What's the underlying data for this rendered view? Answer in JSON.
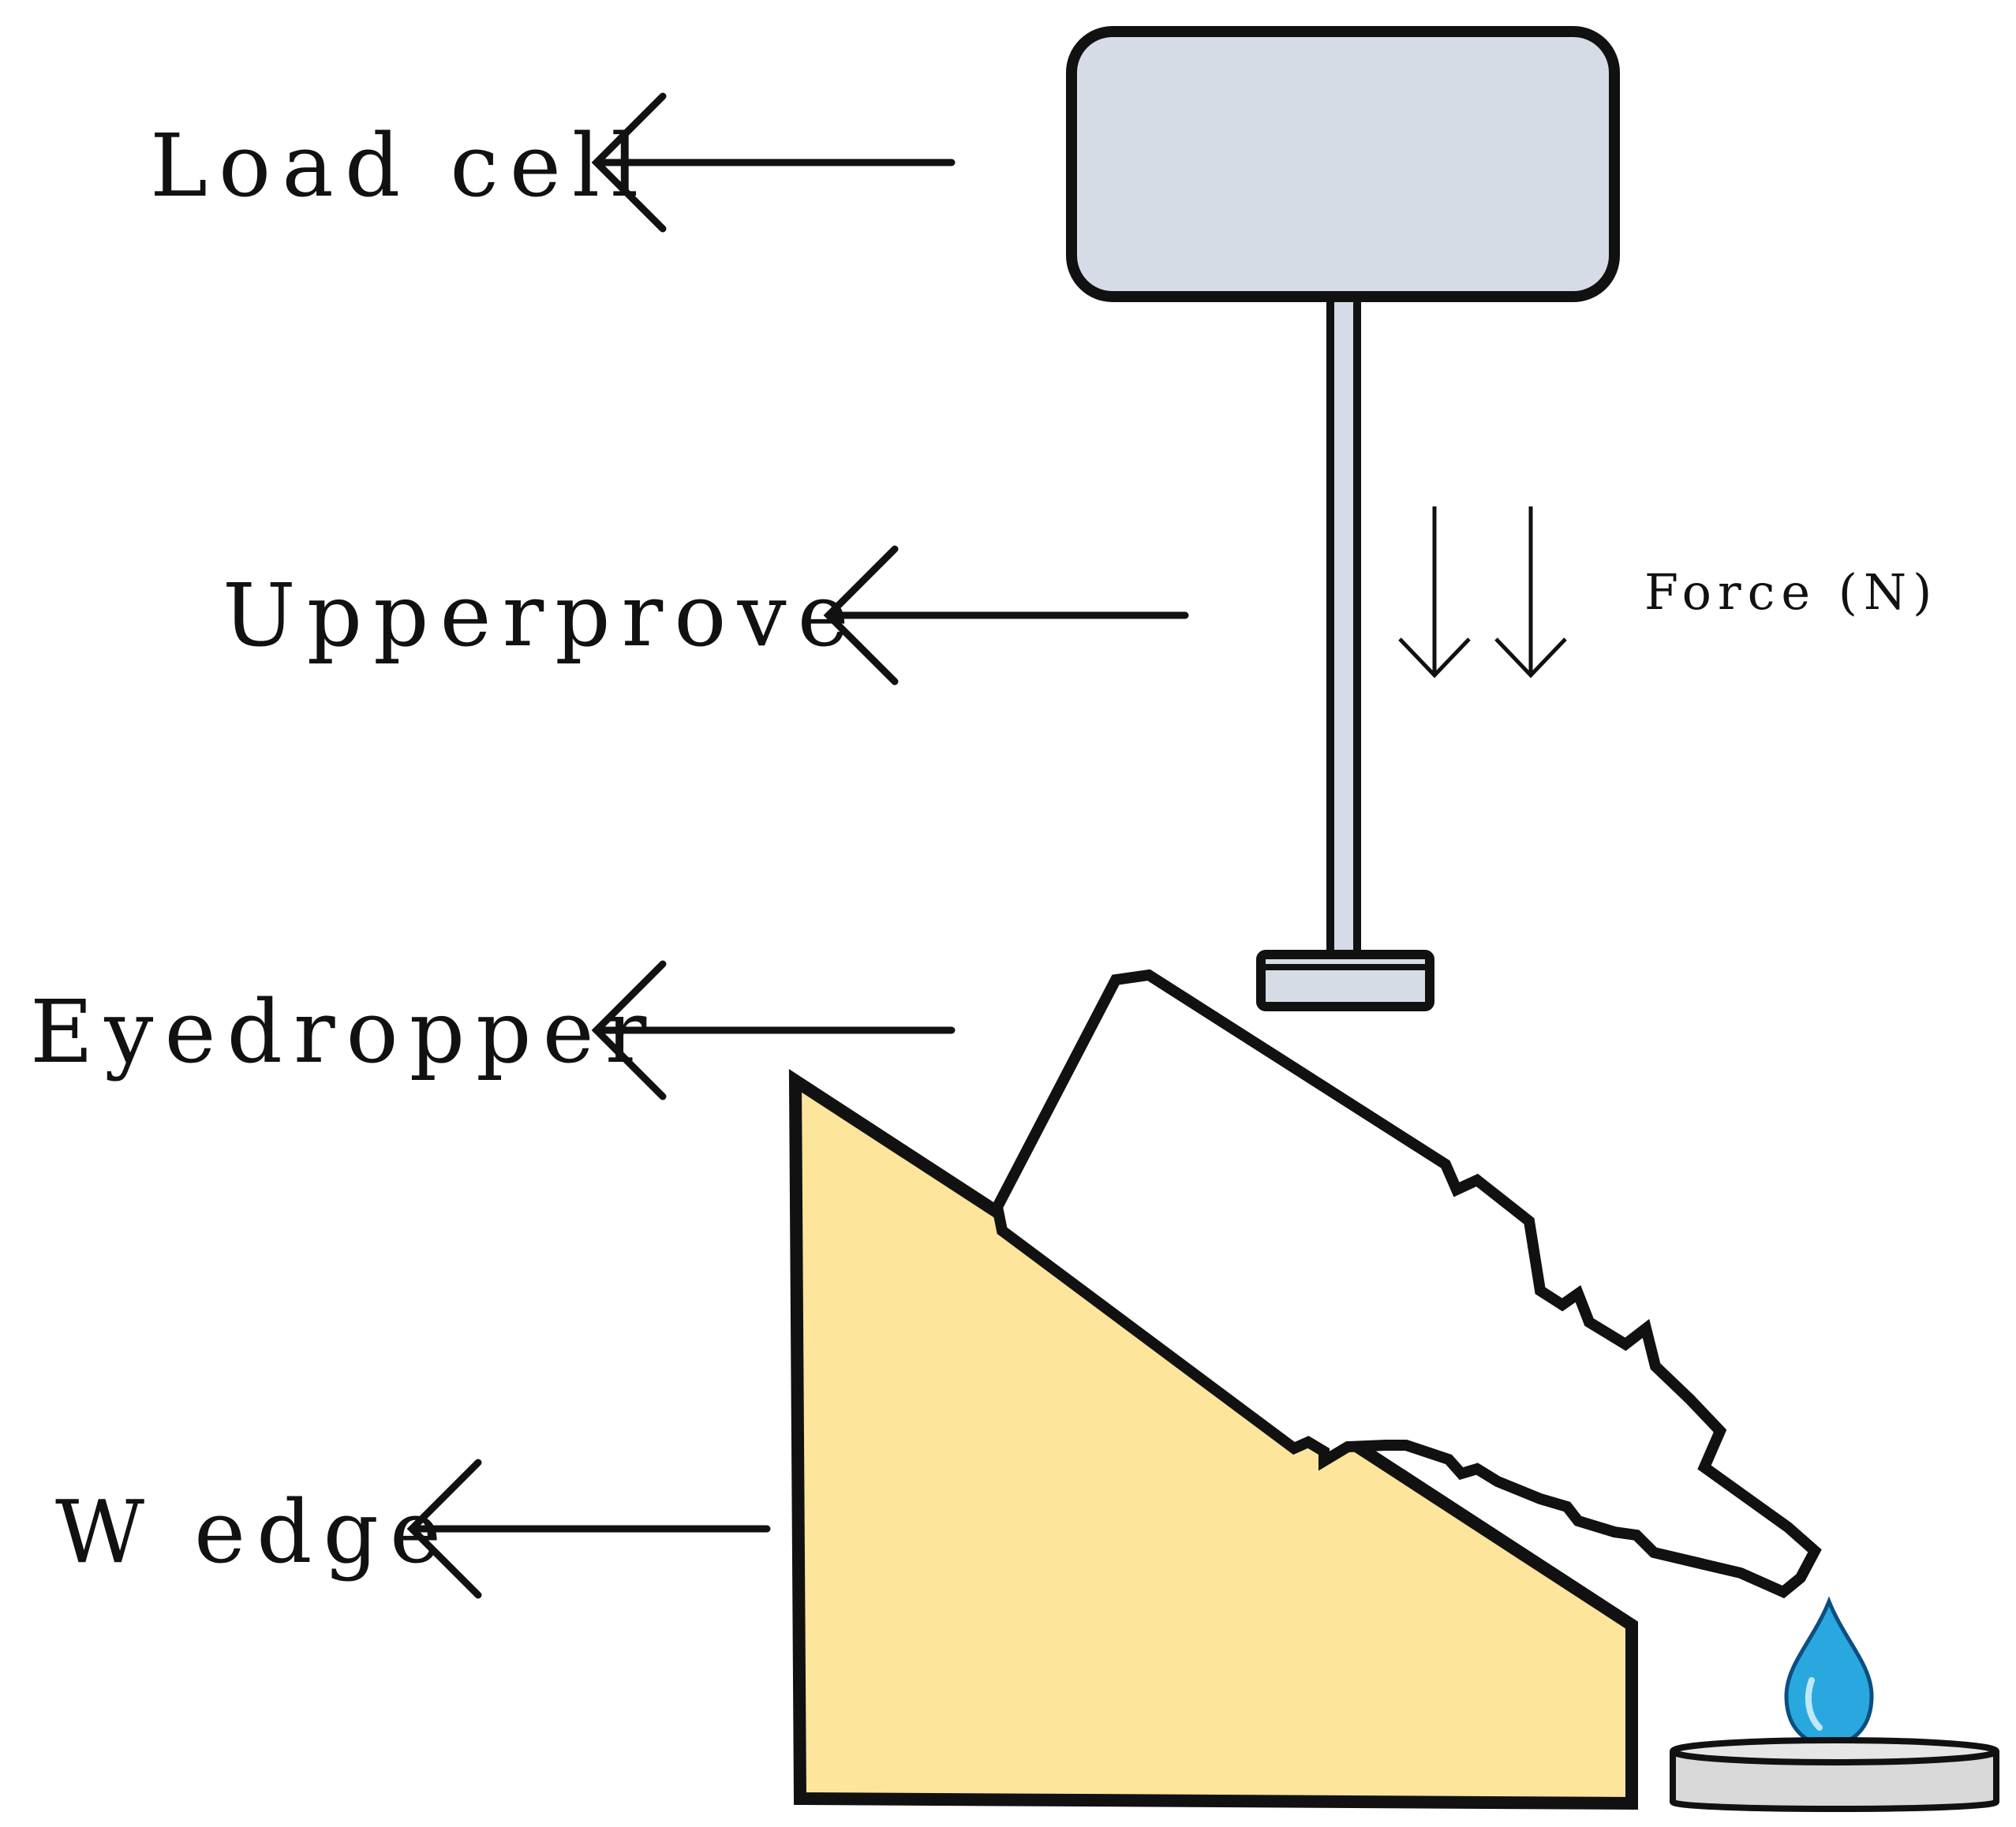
{
  "labels": {
    "load_cell": "Load cell",
    "upper_probe": "Upperprove",
    "eyedropper": "Eyedropper",
    "wedge": "W edge",
    "force": "Force (N)"
  },
  "colors": {
    "load_cell_fill": "#d5dce6",
    "wedge_fill": "#fde59b",
    "outline": "#111111",
    "droplet": "#29a8e0",
    "dish_fill": "#d9d9d9",
    "eyedropper_fill": "#ffffff"
  }
}
